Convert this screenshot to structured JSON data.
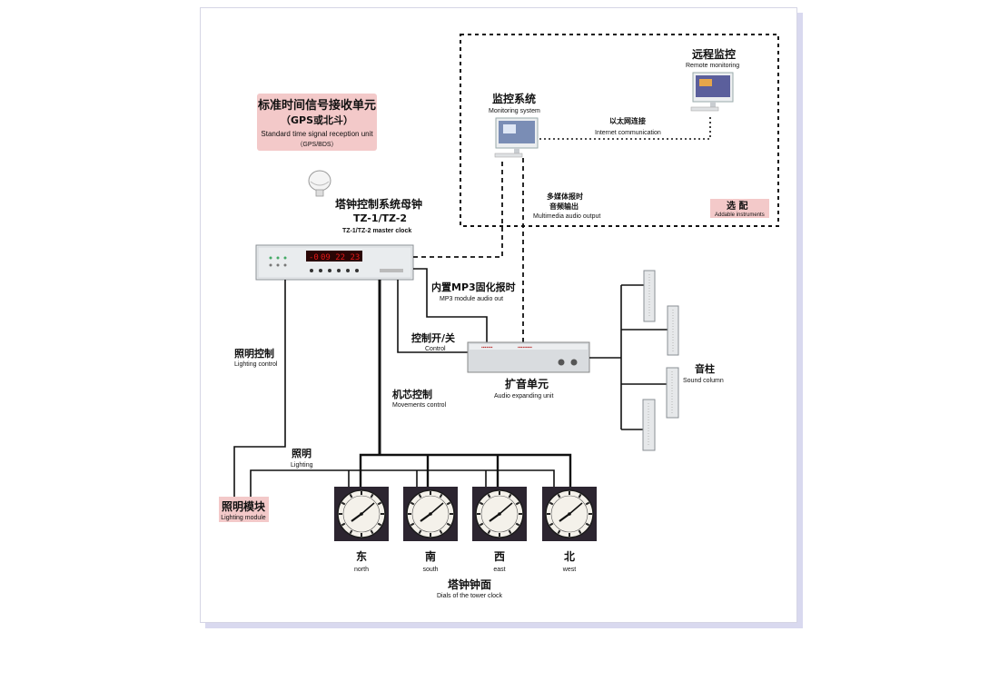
{
  "gps_unit": {
    "title_zh": "标准时间信号接收单元",
    "title_zh2": "（GPS或北斗）",
    "title_en": "Standard time signal reception unit",
    "title_en2": "（GPS/BDS）"
  },
  "remote": {
    "label_zh": "远程监控",
    "label_en": "Remote monitoring"
  },
  "monitor": {
    "label_zh": "监控系统",
    "label_en": "Monitoring system"
  },
  "ethernet": {
    "label_zh": "以太网连接",
    "label_en": "Internet communication"
  },
  "multimedia": {
    "label_zh": "多媒体报时",
    "label_zh2": "音频输出",
    "label_en": "Multimedia audio output"
  },
  "optional": {
    "label_zh": "选 配",
    "label_en": "Addable instruments"
  },
  "master_clock": {
    "label_zh": "塔钟控制系统母钟",
    "model": "TZ-1/TZ-2",
    "label_en": "TZ-1/TZ-2 master clock",
    "display_digits": "09 22 23",
    "display_prefix": "-0"
  },
  "mp3": {
    "label_zh": "内置MP3固化报时",
    "label_en": "MP3 module audio out"
  },
  "control": {
    "label_zh": "控制开/关",
    "label_en": "Control"
  },
  "amplifier": {
    "label_zh": "扩音单元",
    "label_en": "Audio expanding unit"
  },
  "speakers": {
    "label_zh": "音柱",
    "label_en": "Sound column"
  },
  "lighting_ctrl": {
    "label_zh": "照明控制",
    "label_en": "Lighting control"
  },
  "movements": {
    "label_zh": "机芯控制",
    "label_en": "Movements control"
  },
  "lighting": {
    "label_zh": "照明",
    "label_en": "Lighting"
  },
  "lighting_module": {
    "label_zh": "照明模块",
    "label_en": "Lighting module"
  },
  "dials": {
    "label_zh": "塔钟钟面",
    "label_en": "Dials of the tower clock",
    "items": [
      {
        "zh": "东",
        "en": "north"
      },
      {
        "zh": "南",
        "en": "south"
      },
      {
        "zh": "西",
        "en": "east"
      },
      {
        "zh": "北",
        "en": "west"
      }
    ]
  },
  "colors": {
    "pink_box": "#f3c9c9",
    "line": "#111111",
    "display": "#d41414"
  }
}
